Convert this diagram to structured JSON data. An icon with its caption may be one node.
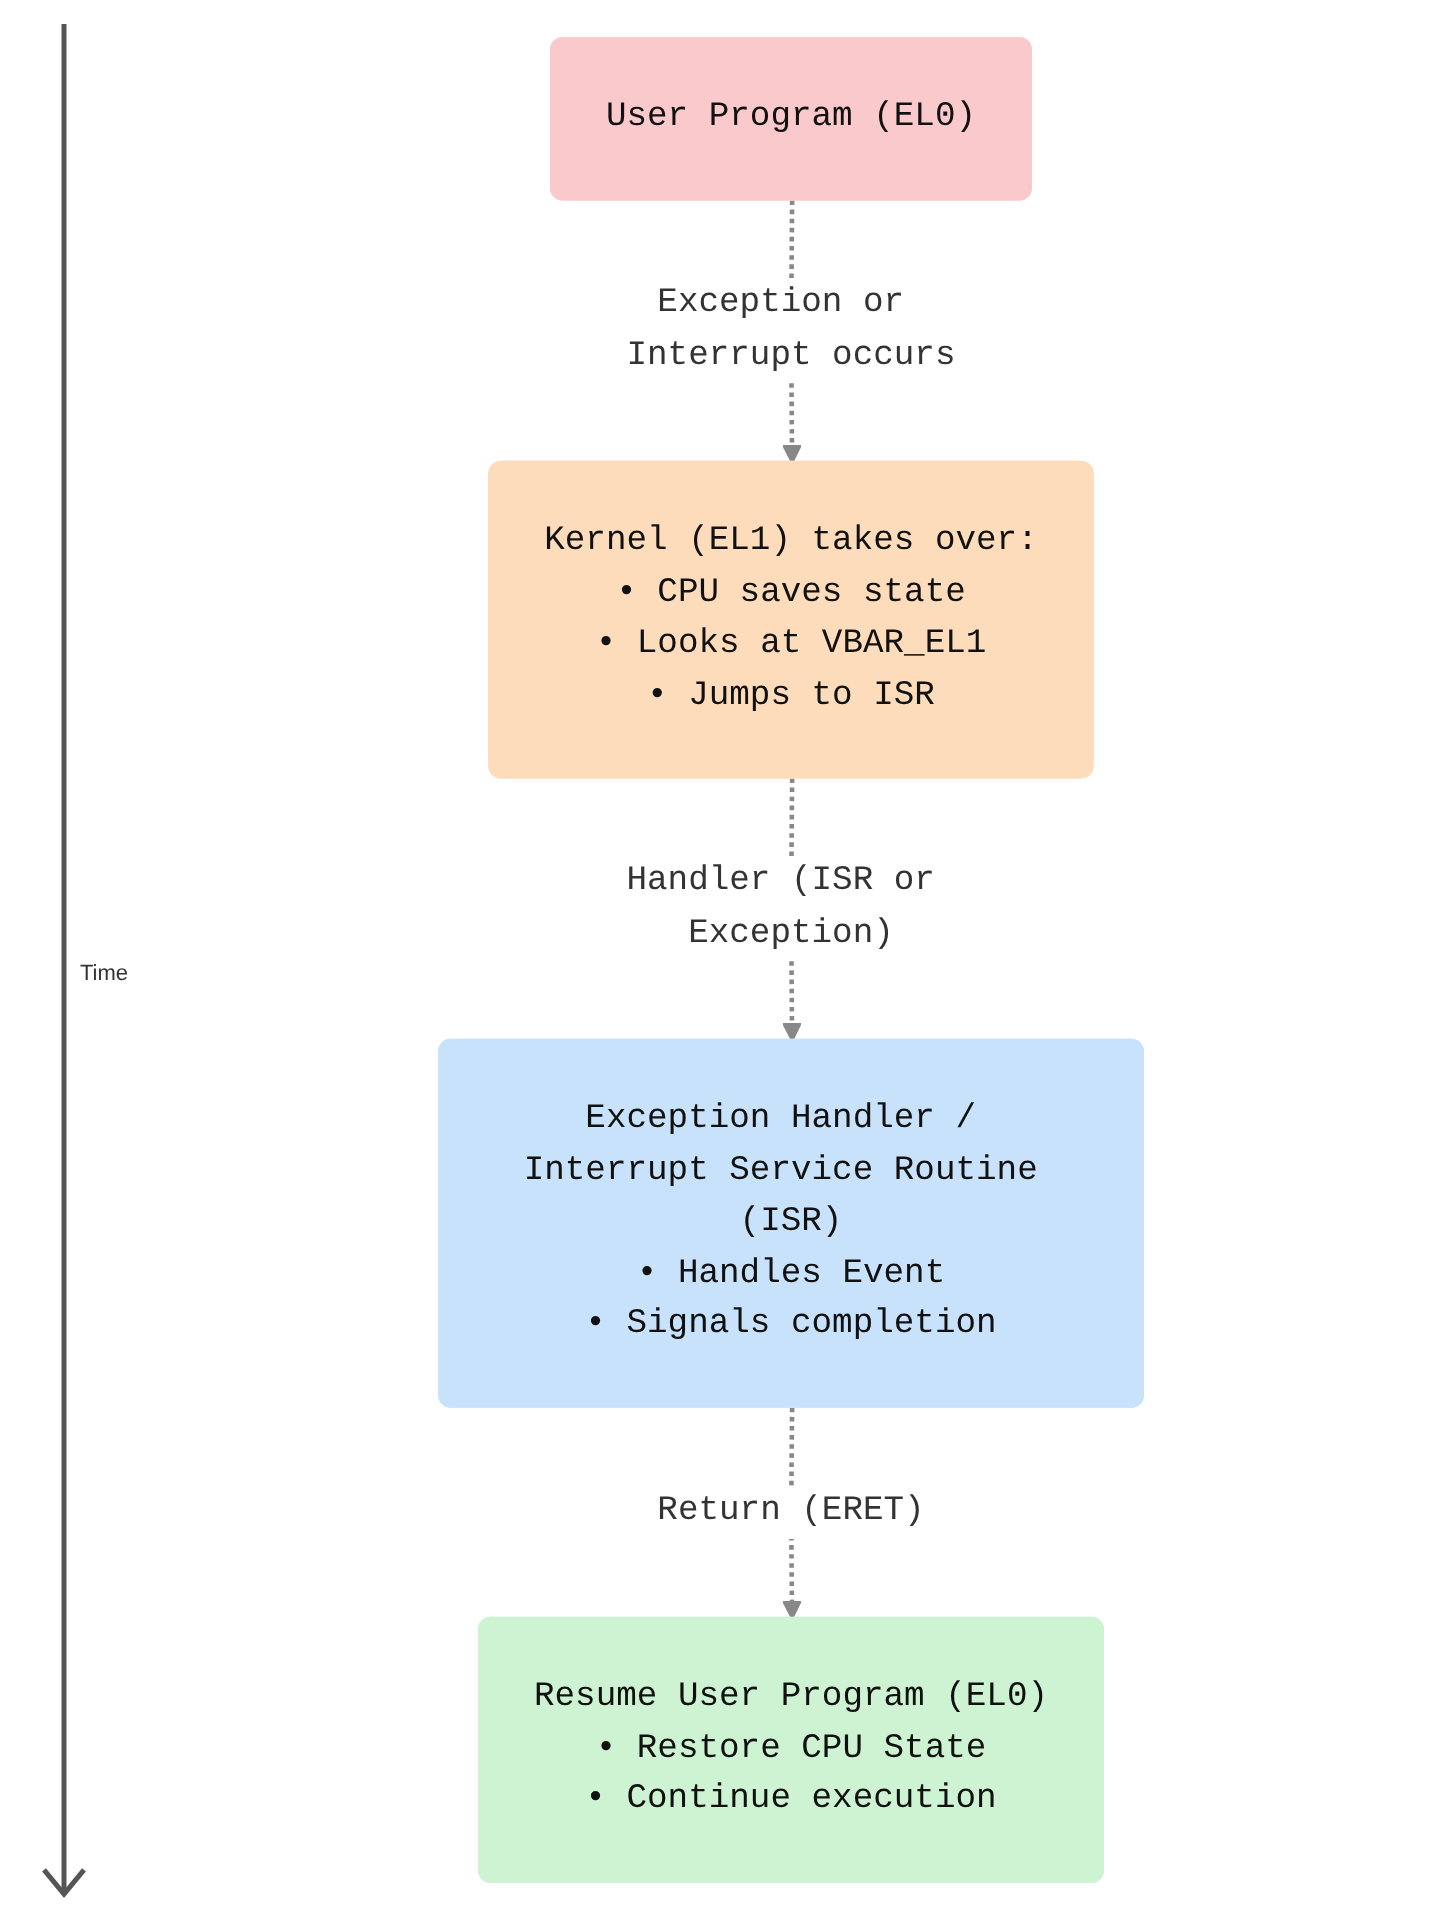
{
  "diagram": {
    "nodes": [
      {
        "text": [
          "User Program (EL0)"
        ]
      },
      {
        "text": [
          "Kernel (EL1) takes over:",
          "• CPU saves state",
          "• Looks at VBAR_EL1",
          "• Jumps to ISR"
        ]
      },
      {
        "text": [
          "Exception Handler / Interrupt Service Routine (ISR)",
          "• Handles Event",
          "• Signals completion"
        ]
      },
      {
        "text": [
          "Resume User Program (EL0)",
          "• Restore CPU State",
          "• Continue execution"
        ]
      }
    ],
    "edges": [
      {
        "from": 0,
        "to": 1,
        "arrow": "to",
        "label": "Exception or Interrupt occurs",
        "style": "dashed"
      },
      {
        "from": 1,
        "to": 2,
        "arrow": "to",
        "label": "Handler (ISR or Exception)",
        "style": "dashed"
      },
      {
        "from": 2,
        "to": 3,
        "arrow": "to",
        "label": "Return (ERET)",
        "style": "dashed"
      }
    ],
    "labels": [
      "Time"
    ]
  }
}
